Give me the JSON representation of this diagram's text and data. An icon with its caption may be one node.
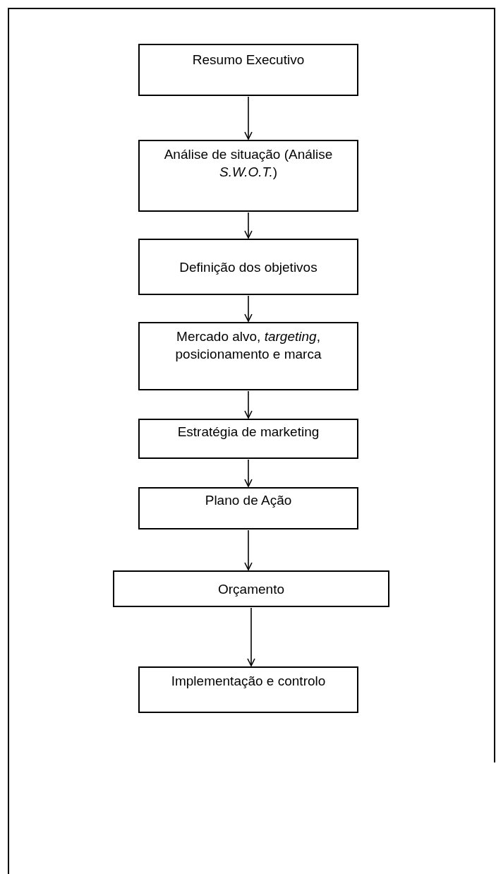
{
  "diagram": {
    "nodes": [
      {
        "text": [
          "Resumo Executivo"
        ]
      },
      {
        "text": [
          "Análise de situação (Análise *S.W.O.T.*)"
        ]
      },
      {
        "text": [
          "Definição dos objetivos"
        ]
      },
      {
        "text": [
          "Mercado alvo, *targeting*, posicionamento e marca"
        ]
      },
      {
        "text": [
          "Estratégia de marketing"
        ]
      },
      {
        "text": [
          "Plano de Ação"
        ]
      },
      {
        "text": [
          "Orçamento"
        ]
      },
      {
        "text": [
          "Implementação e controlo"
        ]
      }
    ],
    "edges": [
      {
        "from": 0,
        "to": 1,
        "arrow": "to"
      },
      {
        "from": 1,
        "to": 2,
        "arrow": "to"
      },
      {
        "from": 2,
        "to": 3,
        "arrow": "to"
      },
      {
        "from": 3,
        "to": 4,
        "arrow": "to"
      },
      {
        "from": 4,
        "to": 5,
        "arrow": "to"
      },
      {
        "from": 5,
        "to": 6,
        "arrow": "to"
      },
      {
        "from": 6,
        "to": 7,
        "arrow": "to"
      }
    ]
  }
}
